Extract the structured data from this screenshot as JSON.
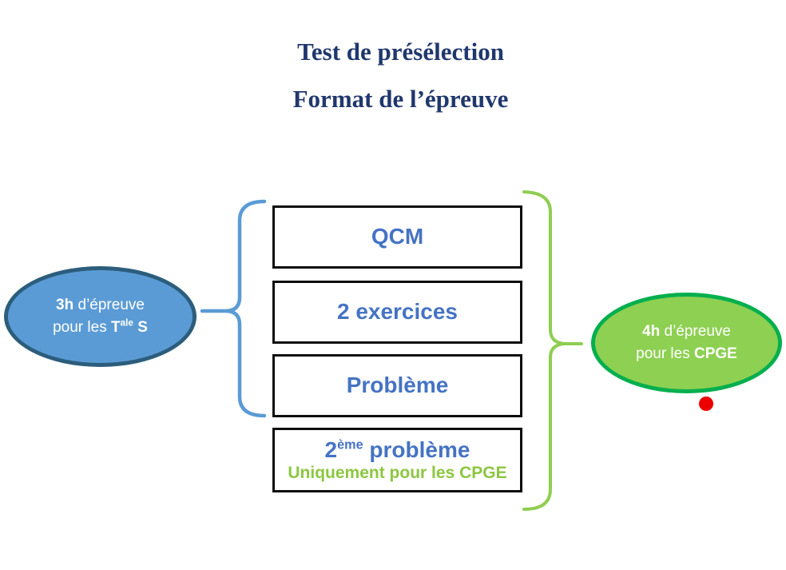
{
  "slide": {
    "title_line1": "Test de présélection",
    "title_line2": "Format de l’épreuve"
  },
  "boxes": {
    "qcm": {
      "label": "QCM"
    },
    "exercises": {
      "label": "2 exercices"
    },
    "problem": {
      "label": "Problème"
    },
    "second_problem": {
      "num": "2",
      "sup": "ème",
      "rest": " problème",
      "note": "Uniquement pour les CPGE"
    }
  },
  "bubbles": {
    "left": {
      "duration": "3h",
      "line1_rest": " d’épreuve",
      "line2_pre": "pour les ",
      "grade_base": "T",
      "grade_sup": "ale",
      "grade_post": " S"
    },
    "right": {
      "duration": "4h",
      "line1_rest": " d’épreuve",
      "line2_pre": "pour les ",
      "audience": "CPGE"
    }
  },
  "colors": {
    "title": "#20376E",
    "box_border": "#0d0d0d",
    "box_text": "#4573C4",
    "note_green": "#8CC740",
    "brace_blue": "#5B9BD5",
    "brace_green": "#8FCE52",
    "left_bubble_fill": "#5B9BD5",
    "left_bubble_border": "#2C5D7C",
    "right_bubble_fill": "#8DD052",
    "right_bubble_border": "#03AF4E",
    "bubble_text": "#FFFFFF",
    "pointer_dot": "#EC0000"
  }
}
